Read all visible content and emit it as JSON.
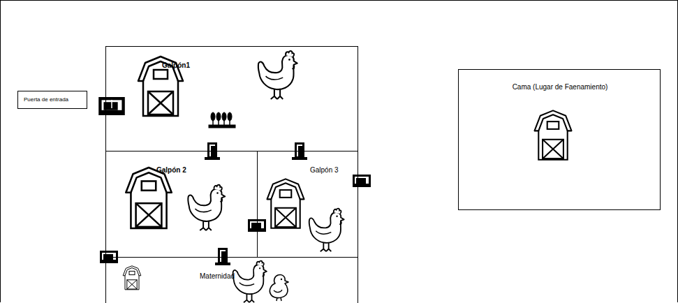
{
  "diagram": {
    "nodes": [
      {
        "text": [
          "Puerta de entrada"
        ]
      },
      {
        "text": [
          "Galpón1"
        ]
      },
      {
        "text": [
          "Galpón 2"
        ]
      },
      {
        "text": [
          "Galpón 3"
        ]
      },
      {
        "text": [
          "Maternidad"
        ]
      },
      {
        "text": [
          "Cama (Lugar de Faenamiento)"
        ]
      }
    ]
  }
}
